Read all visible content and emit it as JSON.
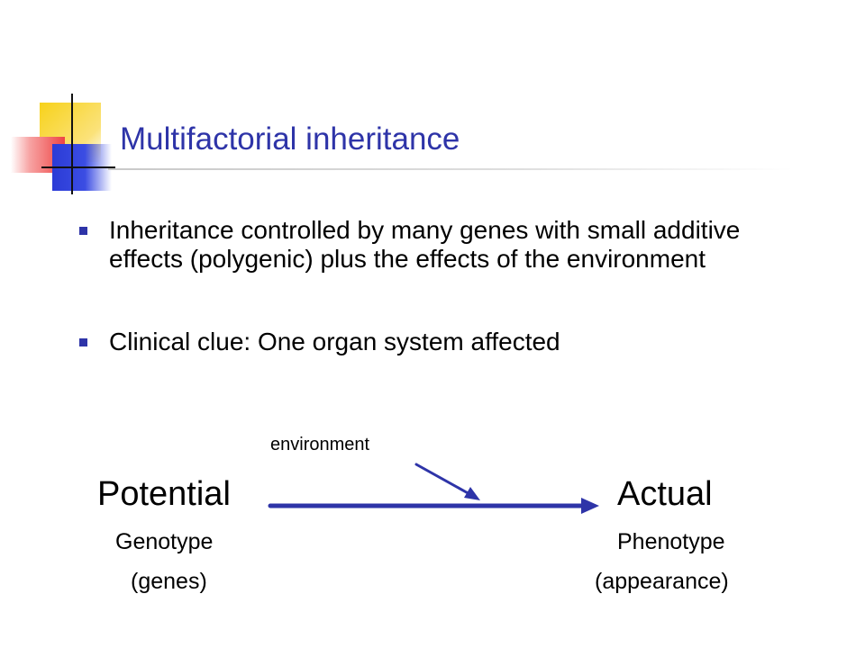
{
  "slide": {
    "title": "Multifactorial inheritance",
    "bullets": [
      "Inheritance controlled by many genes with small additive effects (polygenic) plus the effects of the environment",
      "Clinical clue:  One organ system affected"
    ]
  },
  "diagram": {
    "environment_label": "environment",
    "left": {
      "heading": "Potential",
      "sub": "Genotype",
      "note": "(genes)"
    },
    "right": {
      "heading": "Actual",
      "sub": "Phenotype",
      "note": "(appearance)"
    }
  },
  "colors": {
    "title": "#2e34a8",
    "bullet": "#2e34a8",
    "arrow": "#2e34a8",
    "logo_yellow": "#f7d21a",
    "logo_red": "#ee4444",
    "logo_blue": "#2b3bd6"
  }
}
